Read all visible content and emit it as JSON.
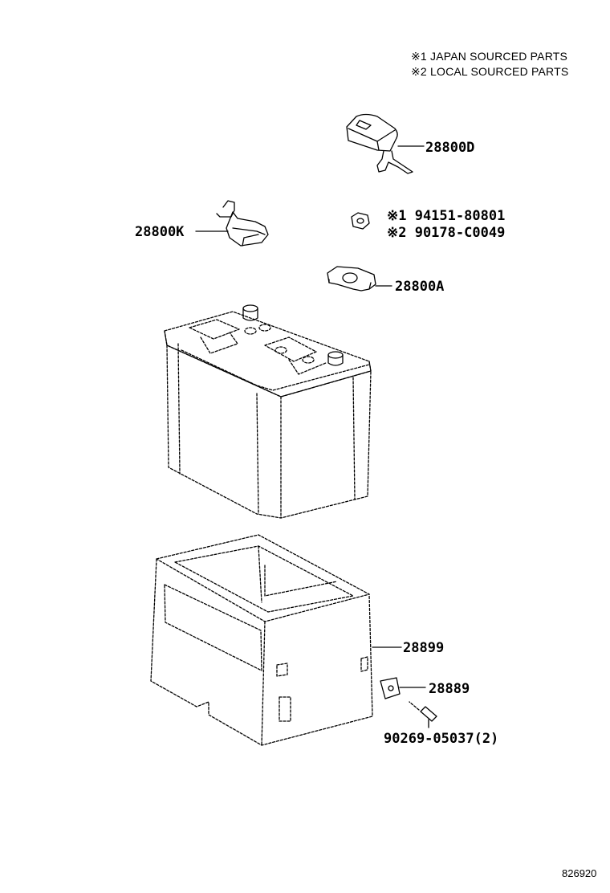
{
  "legend": {
    "note1": "※1  JAPAN SOURCED PARTS",
    "note2": "※2  LOCAL SOURCED PARTS"
  },
  "parts": {
    "cover_positive": "28800D",
    "cover_negative": "28800K",
    "nut_japan": "※1 94151-80801",
    "nut_local": "※2 90178-C0049",
    "clamp": "28800A",
    "tray": "28899",
    "bracket": "28889",
    "bolt": "90269-05037(2)"
  },
  "diagram_id": "826920"
}
